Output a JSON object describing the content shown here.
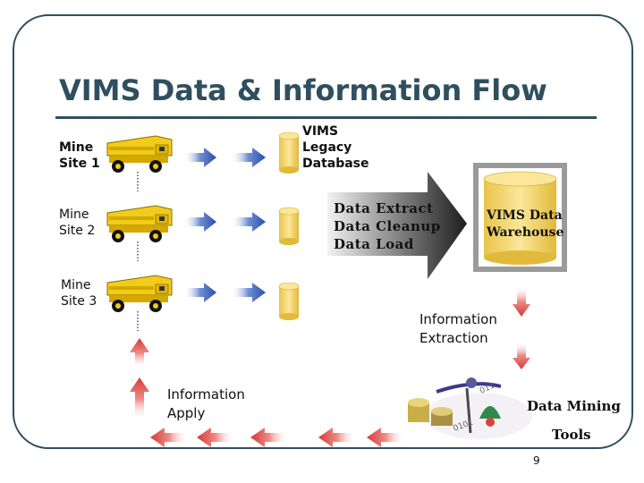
{
  "slide": {
    "title": "VIMS Data & Information Flow",
    "page_number": "9"
  },
  "sites": [
    {
      "label": "Mine\nSite 1"
    },
    {
      "label": "Mine\nSite 2"
    },
    {
      "label": "Mine\nSite 3"
    }
  ],
  "legacy_db": {
    "label": "VIMS\nLegacy\nDatabase"
  },
  "etl": {
    "steps": "Data Extract\nData Cleanup\nData Load"
  },
  "warehouse": {
    "label": "VIMS Data\nWarehouse"
  },
  "info_extraction": {
    "label": "Information\nExtraction"
  },
  "info_apply": {
    "label": "Information\nApply"
  },
  "mining_tools": {
    "line1": "Data Mining",
    "line2": "Tools"
  },
  "colors": {
    "title": "#2f4f5f",
    "truck": "#f2cc1a",
    "cylinder": "#f6d86a",
    "arrow_blue": "#3a5fb0",
    "arrow_red": "#d9413b",
    "etl_arrow": "#333333"
  }
}
